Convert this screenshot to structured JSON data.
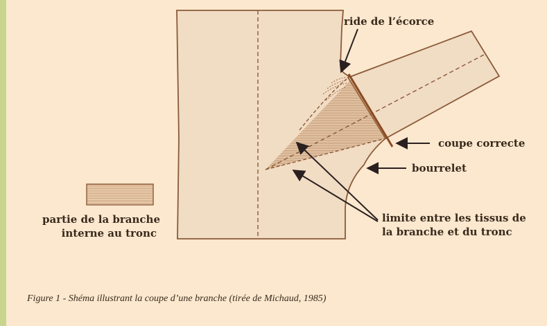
{
  "diagram": {
    "labels": {
      "bark_ridge": "ride de l’écorce",
      "correct_cut": "coupe correcte",
      "collar": "bourrelet",
      "tissue_limit_line1": "limite entre les tissus de",
      "tissue_limit_line2": "la branche et du tronc",
      "legend_line1": "partie de la branche",
      "legend_line2": "interne au tronc"
    }
  },
  "caption": "Figure 1 - Shéma illustrant la coupe d’une branche (tirée de Michaud, 1985)",
  "colors": {
    "background": "#fbe8cf",
    "sidebar": "#c8d58e",
    "wood_fill": "#f1dcc4",
    "outline": "#8a5a38",
    "cut_line": "#8a4a22",
    "hatch": "#b07a4c",
    "arrow": "#2b2020"
  }
}
